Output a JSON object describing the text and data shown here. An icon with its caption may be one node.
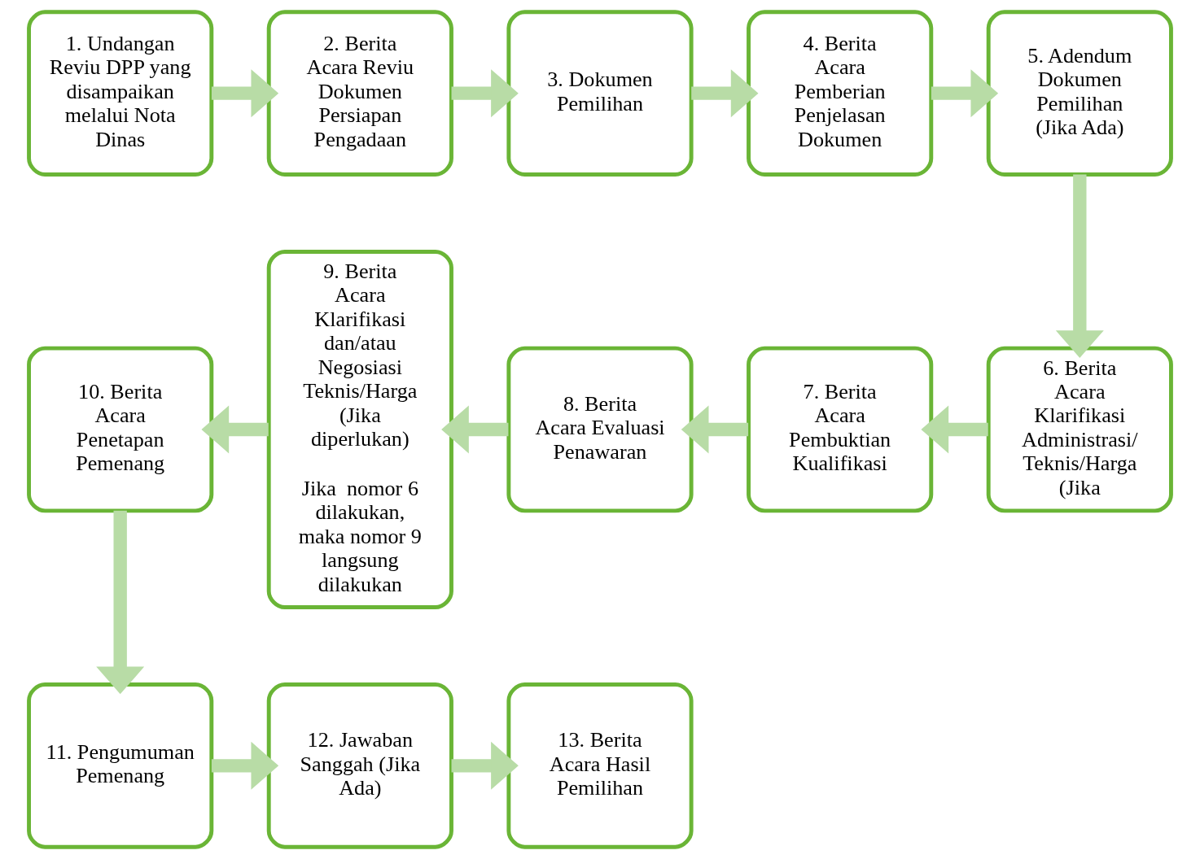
{
  "diagram": {
    "nodes": [
      {
        "text": [
          "1. Undangan Reviu DPP yang disampaikan melalui Nota Dinas"
        ]
      },
      {
        "text": [
          "2. Berita Acara Reviu Dokumen Persiapan Pengadaan"
        ]
      },
      {
        "text": [
          "3. Dokumen Pemilihan"
        ]
      },
      {
        "text": [
          "4. Berita Acara Pemberian Penjelasan Dokumen"
        ]
      },
      {
        "text": [
          "5. Adendum Dokumen Pemilihan (Jika Ada)"
        ]
      },
      {
        "text": [
          "6. Berita Acara Klarifikasi Administrasi/ Teknis/Harga (Jika"
        ]
      },
      {
        "text": [
          "7. Berita Acara Pembuktian Kualifikasi"
        ]
      },
      {
        "text": [
          "8. Berita Acara Evaluasi Penawaran"
        ]
      },
      {
        "text": [
          "9. Berita Acara Klarifikasi dan/atau Negosiasi Teknis/Harga (Jika diperlukan)",
          "Jika  nomor 6 dilakukan, maka nomor 9 langsung dilakukan"
        ]
      },
      {
        "text": [
          "10. Berita Acara Penetapan Pemenang"
        ]
      },
      {
        "text": [
          "11. Pengumuman Pemenang"
        ]
      },
      {
        "text": [
          "12. Jawaban Sanggah (Jika Ada)"
        ]
      },
      {
        "text": [
          "13. Berita Acara Hasil Pemilihan"
        ]
      }
    ],
    "edges": [
      {
        "from": 0,
        "to": 1,
        "arrow": "to"
      },
      {
        "from": 1,
        "to": 2,
        "arrow": "to"
      },
      {
        "from": 2,
        "to": 3,
        "arrow": "to"
      },
      {
        "from": 3,
        "to": 4,
        "arrow": "to"
      },
      {
        "from": 4,
        "to": 5,
        "arrow": "to"
      },
      {
        "from": 5,
        "to": 6,
        "arrow": "to"
      },
      {
        "from": 6,
        "to": 7,
        "arrow": "to"
      },
      {
        "from": 7,
        "to": 8,
        "arrow": "to"
      },
      {
        "from": 8,
        "to": 9,
        "arrow": "to"
      },
      {
        "from": 9,
        "to": 10,
        "arrow": "to"
      },
      {
        "from": 10,
        "to": 11,
        "arrow": "to"
      },
      {
        "from": 11,
        "to": 12,
        "arrow": "to"
      }
    ]
  }
}
